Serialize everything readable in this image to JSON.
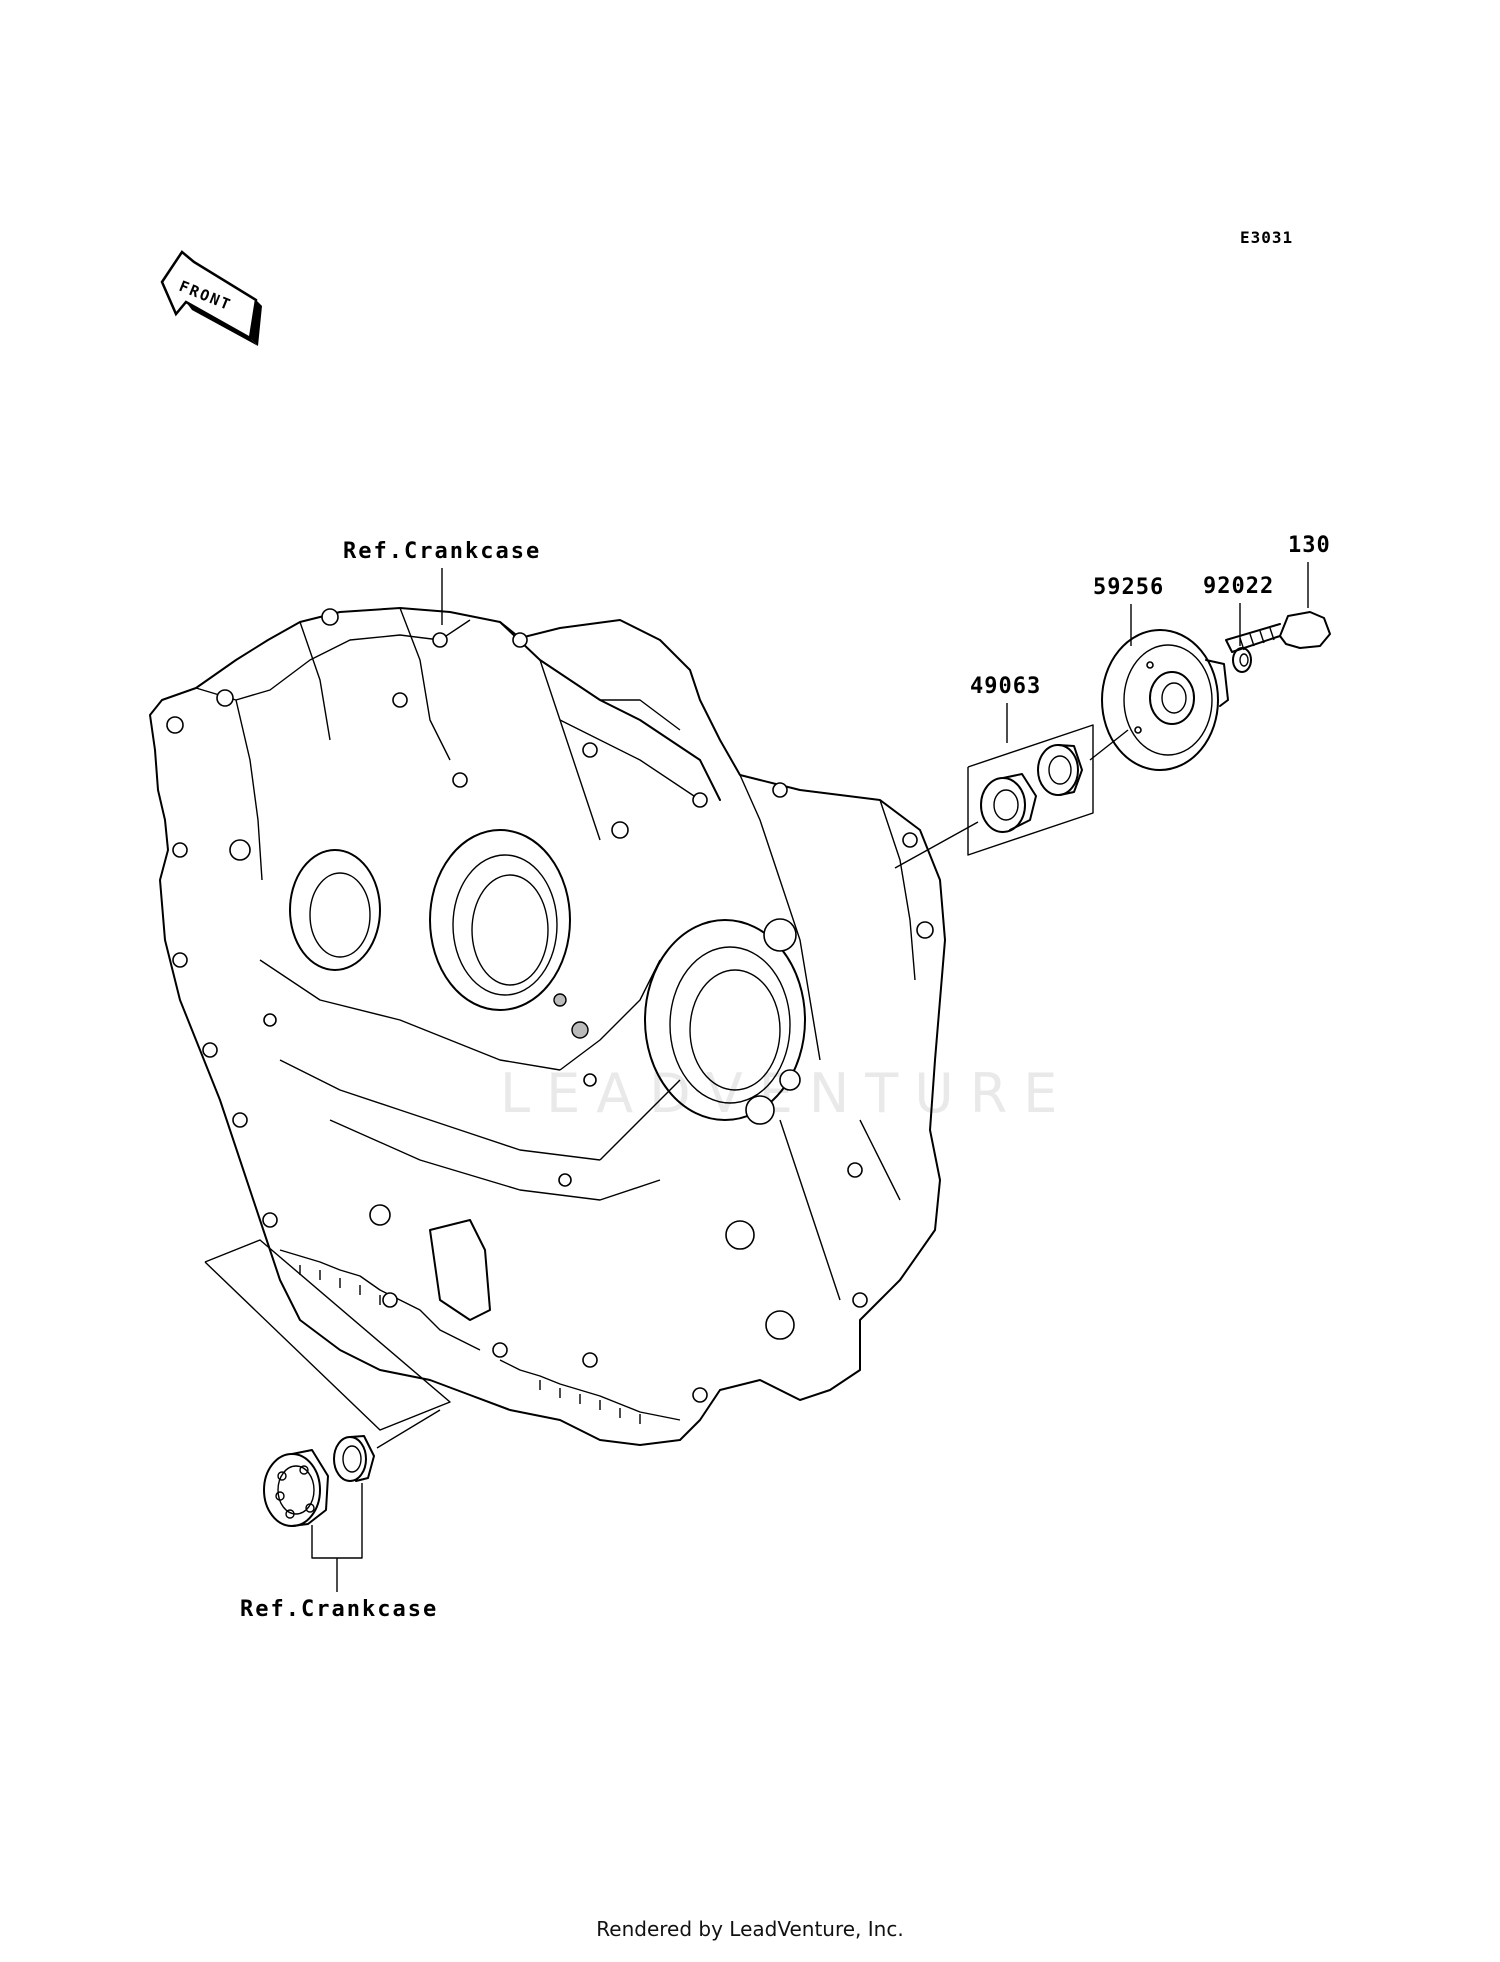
{
  "diagram": {
    "code": "E3031",
    "front_label": "FRONT",
    "watermark": "LEADVENTURE",
    "ref_labels": [
      "Ref.Crankcase",
      "Ref.Crankcase"
    ],
    "part_numbers": [
      {
        "number": "130",
        "part": "bolt"
      },
      {
        "number": "59256",
        "part": "cover"
      },
      {
        "number": "92022",
        "part": "washer"
      },
      {
        "number": "49063",
        "part": "seal-set"
      }
    ]
  },
  "footer": {
    "text": "Rendered by LeadVenture, Inc."
  }
}
